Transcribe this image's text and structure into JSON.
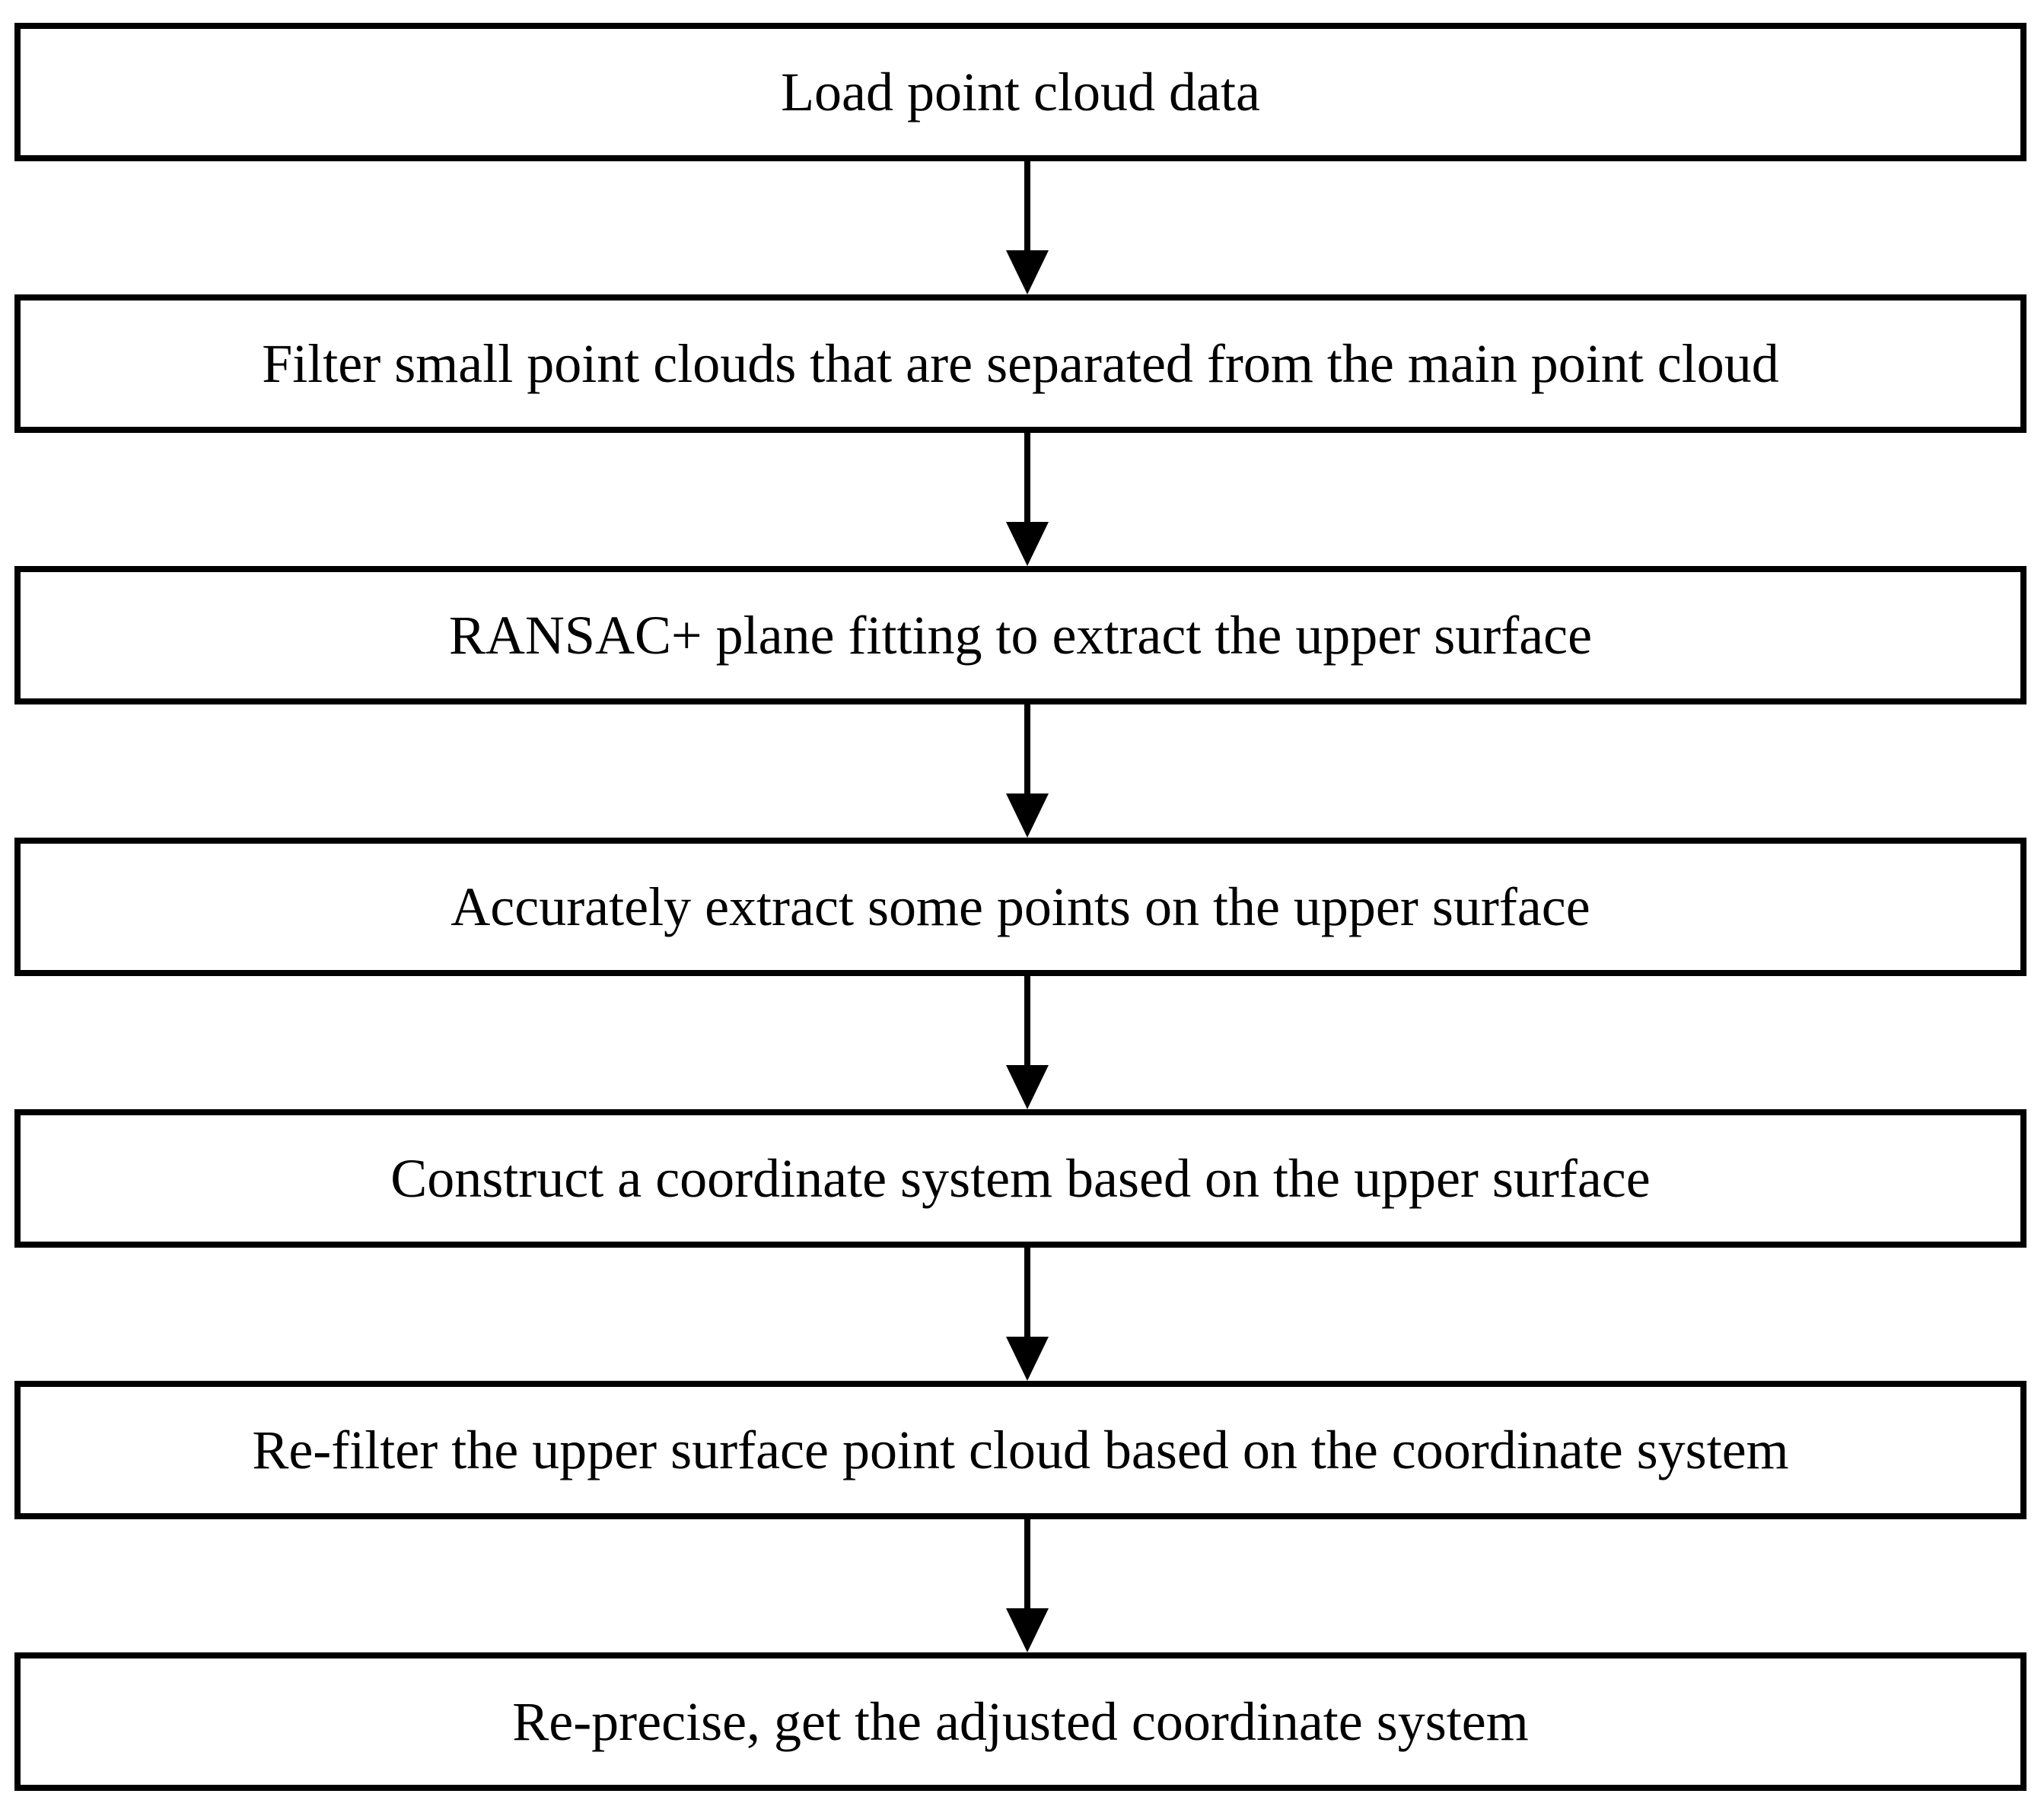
{
  "diagram": {
    "type": "flowchart",
    "direction": "top-down",
    "colors": {
      "background": "#ffffff",
      "box_fill": "#ffffff",
      "box_border": "#000000",
      "text": "#000000",
      "arrow": "#000000"
    },
    "steps": [
      {
        "id": 1,
        "label": "Load point cloud data"
      },
      {
        "id": 2,
        "label": "Filter small point clouds that are separated from the main point cloud"
      },
      {
        "id": 3,
        "label": "RANSAC+ plane fitting to extract the upper surface"
      },
      {
        "id": 4,
        "label": "Accurately extract some points on the upper surface"
      },
      {
        "id": 5,
        "label": "Construct a coordinate system based on the upper surface"
      },
      {
        "id": 6,
        "label": "Re-filter the upper surface point cloud based on the coordinate system"
      },
      {
        "id": 7,
        "label": "Re-precise, get the adjusted coordinate system"
      }
    ],
    "connections": [
      {
        "from": 1,
        "to": 2
      },
      {
        "from": 2,
        "to": 3
      },
      {
        "from": 3,
        "to": 4
      },
      {
        "from": 4,
        "to": 5
      },
      {
        "from": 5,
        "to": 6
      },
      {
        "from": 6,
        "to": 7
      }
    ]
  }
}
